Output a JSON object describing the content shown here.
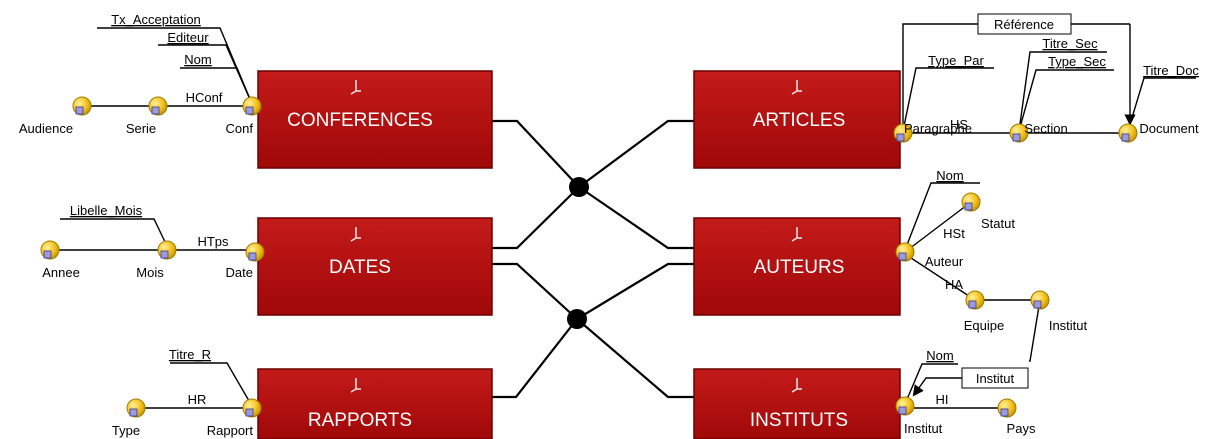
{
  "dimensions": {
    "conferences": "CONFERENCES",
    "dates": "DATES",
    "rapports": "RAPPORTS",
    "articles": "ARTICLES",
    "auteurs": "AUTEURS",
    "instituts": "INSTITUTS"
  },
  "conferences": {
    "levels": {
      "conf": "Conf",
      "serie": "Serie",
      "audience": "Audience"
    },
    "hierarchy": "HConf",
    "attributes": {
      "tx_acceptation": "Tx_Acceptation",
      "editeur": "Editeur",
      "nom": "Nom"
    }
  },
  "dates": {
    "levels": {
      "date": "Date",
      "mois": "Mois",
      "annee": "Annee"
    },
    "hierarchy": "HTps",
    "attributes": {
      "libelle_mois": "Libelle_Mois"
    }
  },
  "rapports": {
    "levels": {
      "rapport": "Rapport",
      "type": "Type"
    },
    "hierarchy": "HR",
    "attributes": {
      "titre_r": "Titre_R"
    }
  },
  "articles": {
    "levels": {
      "paragraphe": "Paragraphe",
      "section": "Section",
      "document": "Document"
    },
    "hierarchy": "HS",
    "attributes": {
      "type_par": "Type_Par",
      "titre_sec": "Titre_Sec",
      "type_sec": "Type_Sec",
      "titre_doc": "Titre_Doc"
    },
    "reference": "Référence"
  },
  "auteurs": {
    "levels": {
      "auteur": "Auteur",
      "statut": "Statut",
      "equipe": "Equipe",
      "institut": "Institut"
    },
    "hierarchies": {
      "hst": "HSt",
      "ha": "HA"
    },
    "attributes": {
      "nom": "Nom"
    }
  },
  "instituts": {
    "levels": {
      "institut": "Institut",
      "pays": "Pays"
    },
    "hierarchy": "HI",
    "attributes": {
      "nom": "Nom"
    },
    "link_label": "Institut"
  },
  "colors": {
    "dimension_fill": "#b40e10",
    "dimension_border": "#6b0000",
    "node_fill": "#f5c518",
    "node_inner": "#8f8fd8",
    "line": "#000000"
  }
}
